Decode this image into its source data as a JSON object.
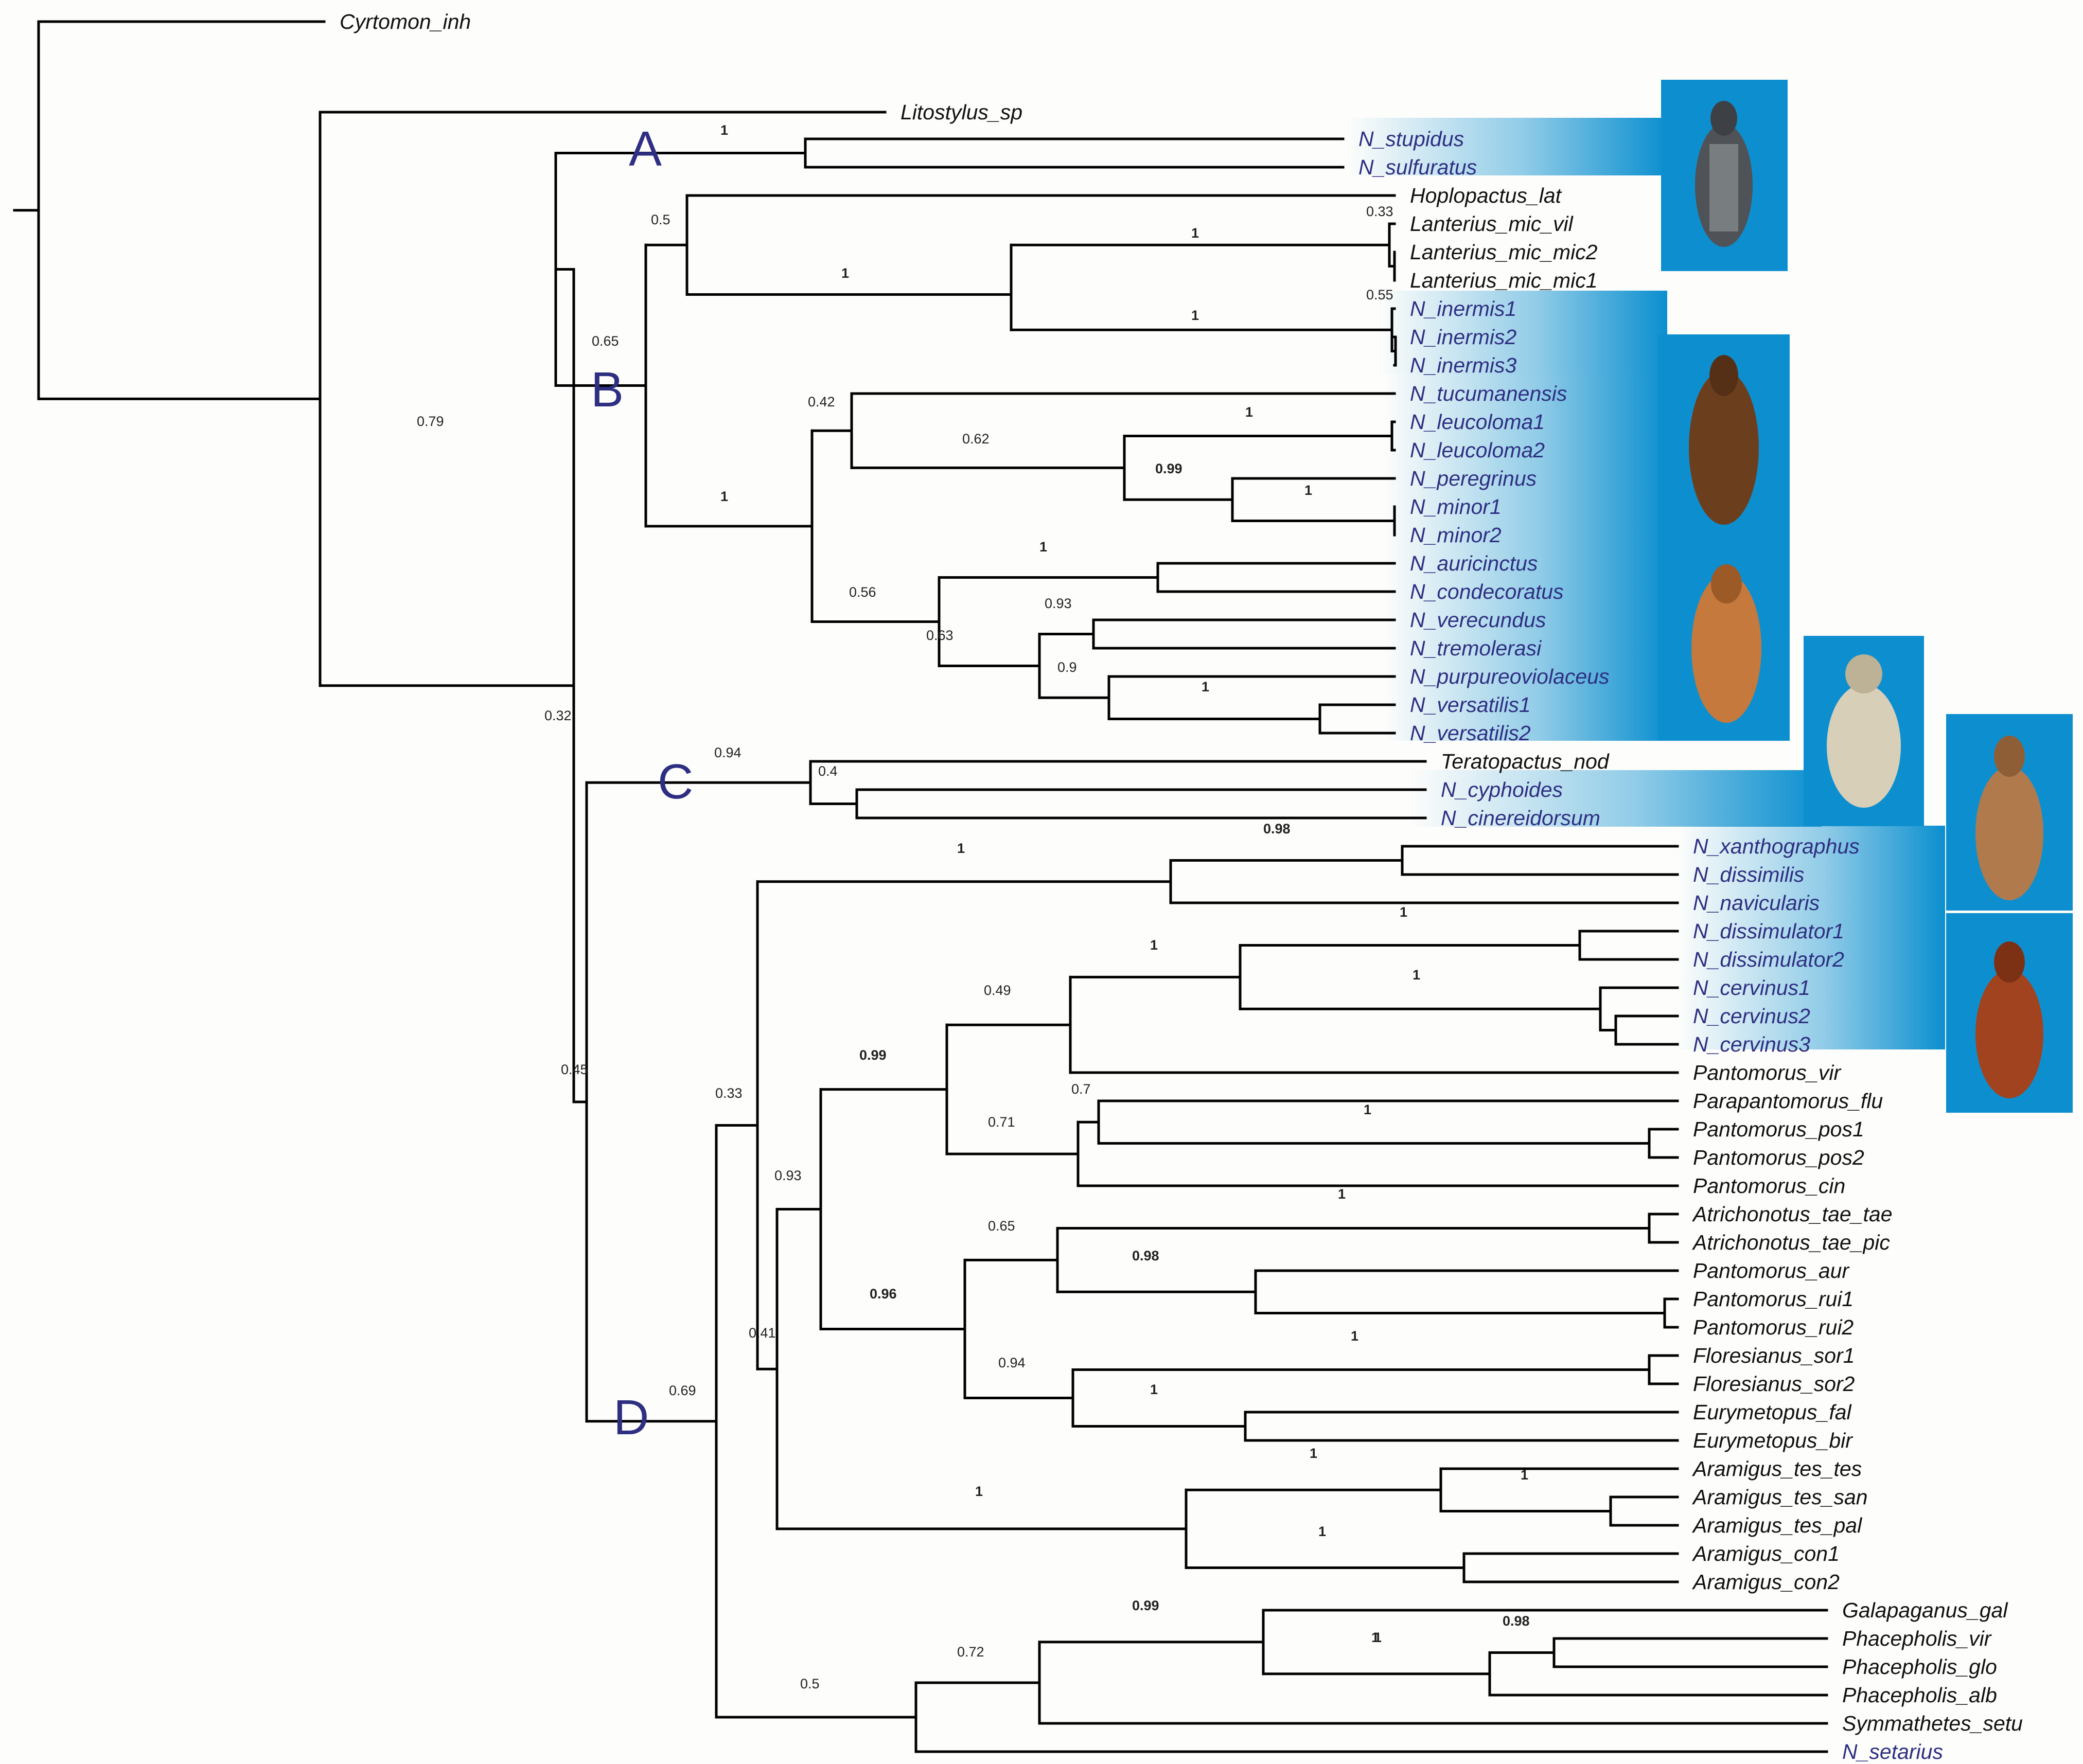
{
  "colors": {
    "highlight_text": "#2e2f82",
    "highlight_band": "#0b8fcf",
    "branch": "#000000",
    "photo_background": "#0d8fcf"
  },
  "clade_labels": [
    "A",
    "B",
    "C",
    "D"
  ],
  "taxa": [
    "Cyrtomon_inh",
    "Litostylus_sp",
    "N_stupidus",
    "N_sulfuratus",
    "Hoplopactus_lat",
    "Lanterius_mic_vil",
    "Lanterius_mic_mic2",
    "Lanterius_mic_mic1",
    "N_inermis1",
    "N_inermis2",
    "N_inermis3",
    "N_tucumanensis",
    "N_leucoloma1",
    "N_leucoloma2",
    "N_peregrinus",
    "N_minor1",
    "N_minor2",
    "N_auricinctus",
    "N_condecoratus",
    "N_verecundus",
    "N_tremolerasi",
    "N_purpureoviolaceus",
    "N_versatilis1",
    "N_versatilis2",
    "Teratopactus_nod",
    "N_cyphoides",
    "N_cinereidorsum",
    "N_xanthographus",
    "N_dissimilis",
    "N_navicularis",
    "N_dissimulator1",
    "N_dissimulator2",
    "N_cervinus1",
    "N_cervinus2",
    "N_cervinus3",
    "Pantomorus_vir",
    "Parapantomorus_flu",
    "Pantomorus_pos1",
    "Pantomorus_pos2",
    "Pantomorus_cin",
    "Atrichonotus_tae_tae",
    "Atrichonotus_tae_pic",
    "Pantomorus_aur",
    "Pantomorus_rui1",
    "Pantomorus_rui2",
    "Floresianus_sor1",
    "Floresianus_sor2",
    "Eurymetopus_fal",
    "Eurymetopus_bir",
    "Aramigus_tes_tes",
    "Aramigus_tes_san",
    "Aramigus_tes_pal",
    "Aramigus_con1",
    "Aramigus_con2",
    "Galapaganus_gal",
    "Phacepholis_vir",
    "Phacepholis_glo",
    "Phacepholis_alb",
    "Symmathetes_setu",
    "N_setarius"
  ],
  "highlighted_taxa": [
    "N_stupidus",
    "N_sulfuratus",
    "N_inermis1",
    "N_inermis2",
    "N_inermis3",
    "N_tucumanensis",
    "N_leucoloma1",
    "N_leucoloma2",
    "N_peregrinus",
    "N_minor1",
    "N_minor2",
    "N_auricinctus",
    "N_condecoratus",
    "N_verecundus",
    "N_tremolerasi",
    "N_purpureoviolaceus",
    "N_versatilis1",
    "N_versatilis2",
    "N_cyphoides",
    "N_cinereidorsum",
    "N_xanthographus",
    "N_dissimilis",
    "N_navicularis",
    "N_dissimulator1",
    "N_dissimulator2",
    "N_cervinus1",
    "N_cervinus2",
    "N_cervinus3",
    "N_setarius"
  ],
  "support_values": [
    "1",
    "0.5",
    "0.33",
    "1",
    "1",
    "0.55",
    "1",
    "0.65",
    "0.79",
    "0.42",
    "1",
    "0.62",
    "0.99",
    "1",
    "1",
    "1",
    "0.56",
    "0.93",
    "0.63",
    "0.9",
    "1",
    "0.32",
    "0.94",
    "0.4",
    "0.98",
    "1",
    "1",
    "1",
    "0.49",
    "1",
    "0.45",
    "0.99",
    "0.7",
    "1",
    "0.33",
    "0.71",
    "0.93",
    "1",
    "0.65",
    "0.98",
    "0.96",
    "1",
    "0.41",
    "1",
    "0.94",
    "1",
    "1",
    "1",
    "1",
    "0.69",
    "1",
    "0.99",
    "0.98",
    "1",
    "0.72",
    "0.5"
  ],
  "photos": [
    {
      "name": "weevil-photo-grey"
    },
    {
      "name": "weevil-photo-brown"
    },
    {
      "name": "weevil-photo-orange"
    },
    {
      "name": "weevil-photo-pale"
    },
    {
      "name": "weevil-photo-speckled"
    },
    {
      "name": "weevil-photo-reddish"
    }
  ]
}
